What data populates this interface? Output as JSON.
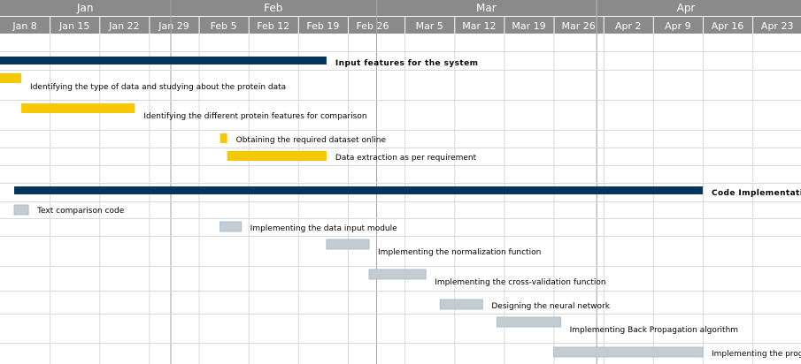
{
  "chart_data": {
    "type": "gantt",
    "timeline_months": [
      "Jan",
      "Feb",
      "Mar",
      "Apr"
    ],
    "timeline_weeks": [
      "Jan 8",
      "Jan 15",
      "Jan 22",
      "Jan 29",
      "Feb 5",
      "Feb 12",
      "Feb 19",
      "Feb 26",
      "Mar 5",
      "Mar 12",
      "Mar 19",
      "Mar 26",
      "Apr 2",
      "Apr 9",
      "Apr 16",
      "Apr 23"
    ],
    "tasks": [
      {
        "name": "Input features for the system",
        "start": "Jan 8",
        "end": "Feb 23",
        "summary": true
      },
      {
        "name": "Identifying the type of data and studying about the protein data",
        "start": "Jan 8",
        "end": "Jan 11"
      },
      {
        "name": "Identifying the different protein features for comparison",
        "start": "Jan 11",
        "end": "Jan 27"
      },
      {
        "name": "Obtaining the required dataset online",
        "start": "Feb 8",
        "end": "Feb 9"
      },
      {
        "name": "Data extraction as per requirement",
        "start": "Feb 9",
        "end": "Feb 23"
      },
      {
        "name": "Code Implementation",
        "start": "Jan 10",
        "end": "Apr 16",
        "summary": true
      },
      {
        "name": "Text comparison code",
        "start": "Jan 10",
        "end": "Jan 12"
      },
      {
        "name": "Implementing the data input module",
        "start": "Feb 8",
        "end": "Feb 11"
      },
      {
        "name": "Implementing the normalization function",
        "start": "Feb 23",
        "end": "Feb 29"
      },
      {
        "name": "Implementing the cross-validation function",
        "start": "Feb 29",
        "end": "Mar 8"
      },
      {
        "name": "Designing the neural network",
        "start": "Mar 10",
        "end": "Mar 16"
      },
      {
        "name": "Implementing Back Propagation algorithm",
        "start": "Mar 18",
        "end": "Mar 27"
      },
      {
        "name": "Implementing the program",
        "start": "Mar 26",
        "end": "Apr 16"
      }
    ]
  },
  "colors": {
    "header_bg": "#8a8a8a",
    "header_text": "#ffffff",
    "grid_minor": "#d9d9d9",
    "grid_major": "#a0a0a0",
    "summary_bar": "#06345a",
    "yellow_bar": "#f7c800",
    "gray_bar": "#c4cbd1",
    "gray_bar_border": "#a8c0d4"
  }
}
